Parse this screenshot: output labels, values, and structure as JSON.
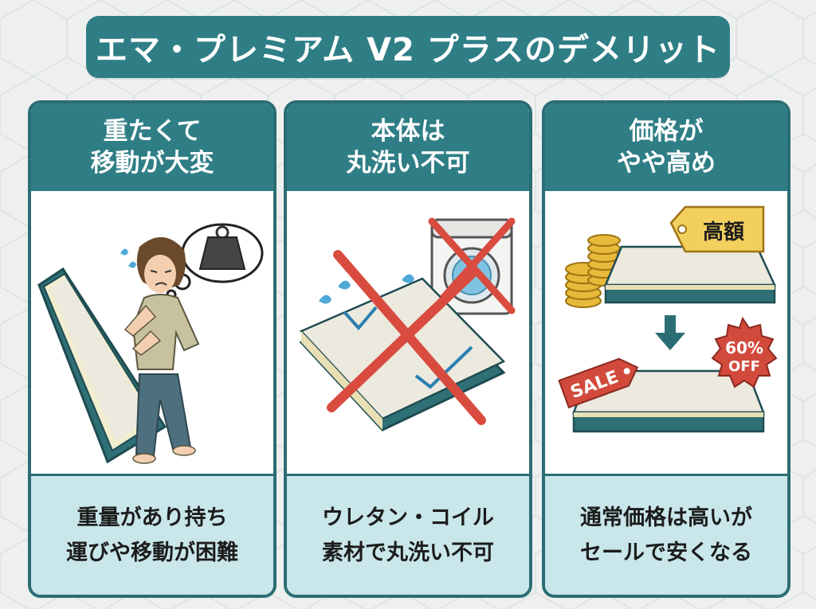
{
  "title": "エマ・プレミアム V2 プラスのデメリット",
  "colors": {
    "teal_header": "#2f7e86",
    "teal_border": "#2b6d74",
    "footer_bg": "#c9e6ea",
    "red_cross": "#d94b3f",
    "gold_tag": "#f3cf5e"
  },
  "panels": [
    {
      "heading_line1": "重たくて",
      "heading_line2": "移動が大変",
      "icon": "person-carrying-mattress-icon",
      "desc_line1": "重量があり持ち",
      "desc_line2": "運びや移動が困難"
    },
    {
      "heading_line1": "本体は",
      "heading_line2": "丸洗い不可",
      "icon": "no-washing-machine-icon",
      "desc_line1": "ウレタン・コイル",
      "desc_line2": "素材で丸洗い不可"
    },
    {
      "heading_line1": "価格が",
      "heading_line2": "やや高め",
      "icon": "price-tag-sale-icon",
      "price_tag": "高額",
      "sale_tag": "SALE",
      "discount_percent": "60%",
      "discount_off": "OFF",
      "desc_line1": "通常価格は高いが",
      "desc_line2": "セールで安くなる"
    }
  ]
}
